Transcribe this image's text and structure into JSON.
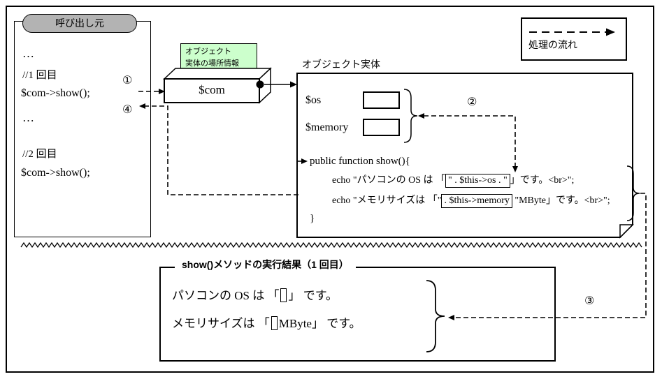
{
  "colors": {
    "note_green": "#ccffcc",
    "capsule_gray": "#b3b3b3",
    "ink": "#000000"
  },
  "caller": {
    "title": "呼び出し元",
    "ellipsis1": "…",
    "comment1": "//1 回目",
    "call1": "$com->show();",
    "ellipsis2": "…",
    "comment2": "//2 回目",
    "call2": "$com->show();"
  },
  "pointer": {
    "note_line1": "オブジェクト",
    "note_line2": "実体の場所情報",
    "label": "$com"
  },
  "object": {
    "title": "オブジェクト実体",
    "field1": "$os",
    "field2": "$memory",
    "code_open": "public function show(){",
    "echo1_prefix": "echo \"パソコンの OS は 「",
    "echo1_boxed": "\" . $this->os . \"",
    "echo1_suffix": "」です。<br>\";",
    "echo2_prefix": "echo \"メモリサイズは 「\"",
    "echo2_boxed": ". $this->memory",
    "echo2_suffix": " \"MByte」です。<br>\";",
    "code_close": "}"
  },
  "legend": {
    "label": "処理の流れ"
  },
  "steps": {
    "one": "①",
    "two": "②",
    "three": "③",
    "four": "④"
  },
  "result": {
    "title": "show()メソッドの実行結果（1 回目）",
    "line1_prefix": "パソコンの OS は 「",
    "line1_suffix": "」 です。",
    "line2_prefix": "メモリサイズは 「",
    "line2_suffix": "MByte」 です。"
  }
}
